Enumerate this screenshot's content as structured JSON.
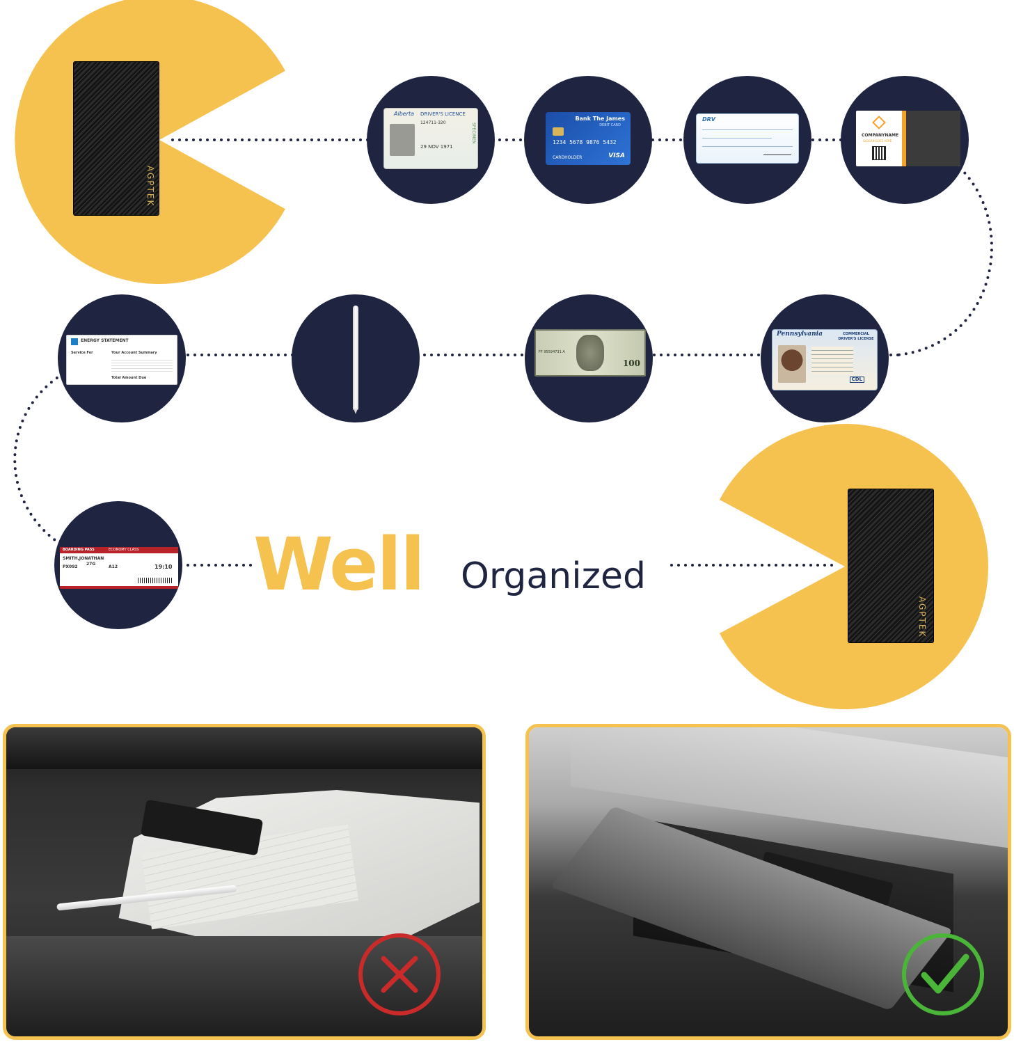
{
  "headline": {
    "word1": "Well",
    "word2": "Organized"
  },
  "brand": "AGPTEK",
  "colors": {
    "accent": "#f6c24f",
    "navy": "#1f2440",
    "ok": "#4bb53a",
    "bad": "#c92a2a"
  },
  "items": {
    "drivers_licence": {
      "title": "DRIVER'S LICENCE",
      "script": "Alberta",
      "number": "124711-320",
      "dob": "29 NOV 1971",
      "side": "SPECIMEN"
    },
    "credit_card": {
      "bank": "Bank The James",
      "type": "DEBIT CARD",
      "number": "1234 5678 9876 5432",
      "holder": "CARDHOLDER",
      "network": "VISA"
    },
    "check": {
      "logo": "DRV"
    },
    "business_card": {
      "company": "COMPANYNAME",
      "slogan": "SLOGAN GOES HERE"
    },
    "energy_statement": {
      "title": "ENERGY STATEMENT",
      "left": "Service For",
      "right": "Your Account Summary",
      "total": "Total Amount Due"
    },
    "pen": {
      "name": "stylus pen"
    },
    "banknote": {
      "serial": "FF 95594731 A",
      "value": "100"
    },
    "cdl": {
      "state": "Pennsylvania",
      "title": "COMMERCIAL DRIVER'S LICENSE",
      "badge": "CDL"
    },
    "boarding_pass": {
      "title": "BOARDING PASS",
      "class": "ECONOMY CLASS",
      "name": "SMITH,JONATHAN",
      "flight": "PX092",
      "seat": "27G",
      "gate": "A12",
      "time": "19:10"
    }
  },
  "photos": {
    "before": {
      "label": "messy glove box",
      "mark": "cross-icon"
    },
    "after": {
      "label": "organized glove box",
      "mark": "check-icon"
    }
  }
}
